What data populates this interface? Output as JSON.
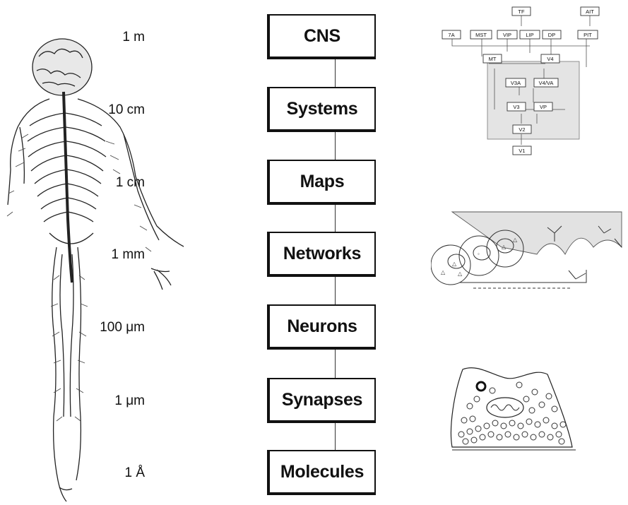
{
  "levels": [
    {
      "scale": "1 m",
      "name": "CNS"
    },
    {
      "scale": "10 cm",
      "name": "Systems"
    },
    {
      "scale": "1 cm",
      "name": "Maps"
    },
    {
      "scale": "1 mm",
      "name": "Networks"
    },
    {
      "scale": "100 μm",
      "name": "Neurons"
    },
    {
      "scale": "1 μm",
      "name": "Synapses"
    },
    {
      "scale": "1 Å",
      "name": "Molecules"
    }
  ],
  "systems_diagram": {
    "areas": [
      "TF",
      "AIT",
      "7A",
      "MST",
      "VIP",
      "LIP",
      "DP",
      "PIT",
      "MT",
      "V4",
      "V3A",
      "V4/VA",
      "V3",
      "VP",
      "V2",
      "V1"
    ]
  },
  "icons": {
    "body": "human-nervous-system-icon",
    "systems": "visual-pathway-icon",
    "networks": "neural-network-icon",
    "synapse": "synapse-icon"
  }
}
